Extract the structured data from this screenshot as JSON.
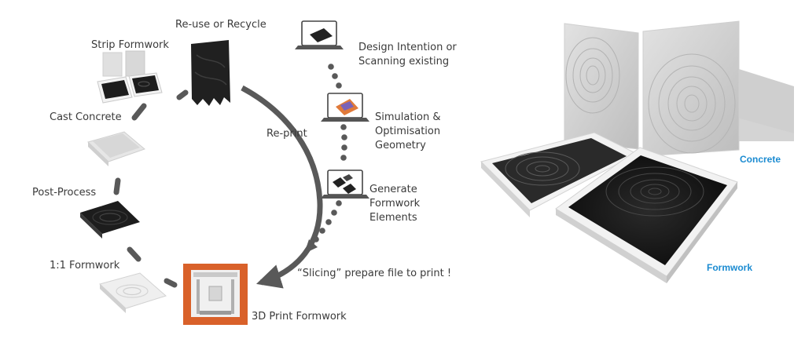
{
  "cycle": {
    "steps": {
      "reuse": "Re-use or Recycle",
      "strip": "Strip Formwork",
      "cast": "Cast Concrete",
      "post": "Post-Process",
      "formwork": "1:1 Formwork",
      "print": "3D Print Formwork"
    },
    "reprint": "Re-print"
  },
  "pipeline": {
    "design": [
      "Design Intention or",
      "Scanning existing"
    ],
    "simulation": [
      "Simulation &",
      "Optimisation",
      "Geometry"
    ],
    "generate": [
      "Generate",
      "Formwork",
      "Elements"
    ],
    "slicing": "“Slicing” prepare file to print !"
  },
  "render": {
    "concrete": "Concrete",
    "formwork": "Formwork"
  },
  "colors": {
    "arrow": "#595959",
    "printer": "#d9612a",
    "label_blue": "#1b8bd1"
  }
}
